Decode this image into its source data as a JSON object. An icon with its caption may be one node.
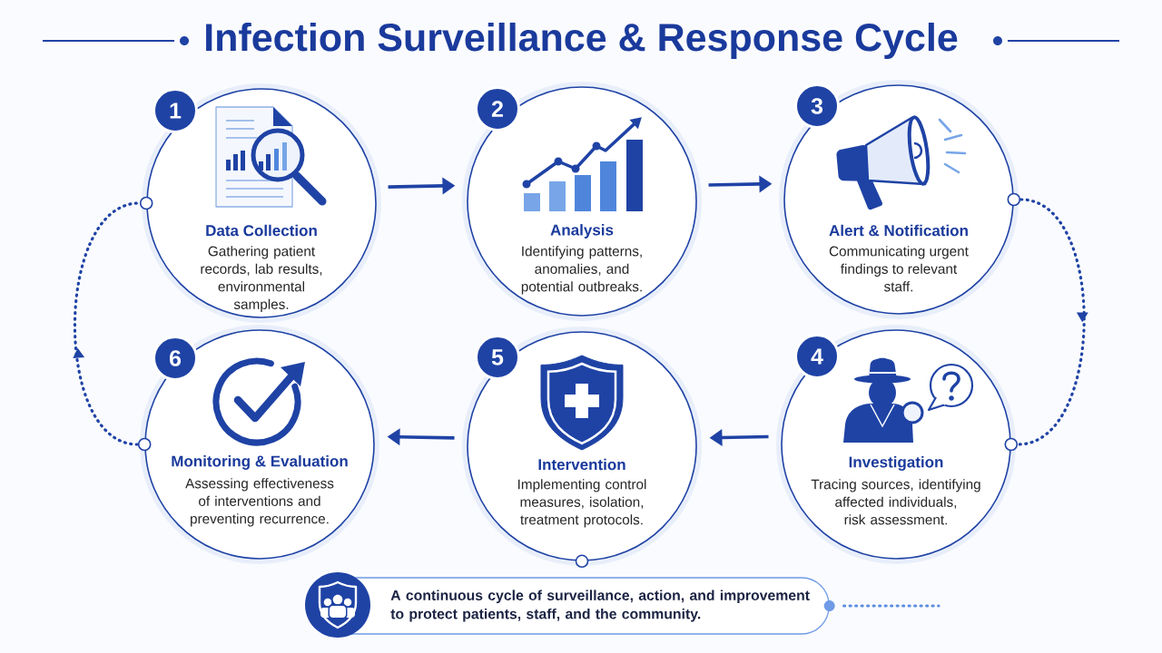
{
  "diagram": {
    "title": "Infection Surveillance & Response Cycle",
    "nodes": [
      {
        "text": [
          "1",
          "Data Collection",
          "Gathering patient records, lab results, environmental samples."
        ]
      },
      {
        "text": [
          "2",
          "Analysis",
          "Identifying patterns, anomalies, and potential outbreaks."
        ]
      },
      {
        "text": [
          "3",
          "Alert & Notification",
          "Communicating urgent findings to relevant staff."
        ]
      },
      {
        "text": [
          "4",
          "Investigation",
          "Tracing sources, identifying affected individuals, risk assessment."
        ]
      },
      {
        "text": [
          "5",
          "Intervention",
          "Implementing control measures, isolation, treatment protocols."
        ]
      },
      {
        "text": [
          "6",
          "Monitoring & Evaluation",
          "Assessing effectiveness of interventions and preventing recurrence."
        ]
      },
      {
        "text": [
          "A continuous cycle of surveillance, action, and improvement to protect patients, staff, and the community."
        ]
      }
    ],
    "edges": [
      {
        "from": 0,
        "to": 1,
        "arrow": "to"
      },
      {
        "from": 1,
        "to": 2,
        "arrow": "to"
      },
      {
        "from": 2,
        "to": 3,
        "arrow": "to",
        "style": "dashed"
      },
      {
        "from": 3,
        "to": 4,
        "arrow": "to"
      },
      {
        "from": 4,
        "to": 5,
        "arrow": "to"
      },
      {
        "from": 5,
        "to": 0,
        "arrow": "to",
        "style": "dashed"
      },
      {
        "from": 6,
        "to": null,
        "arrow": "none",
        "style": "dashed",
        "color": "#5b8de0"
      }
    ]
  }
}
